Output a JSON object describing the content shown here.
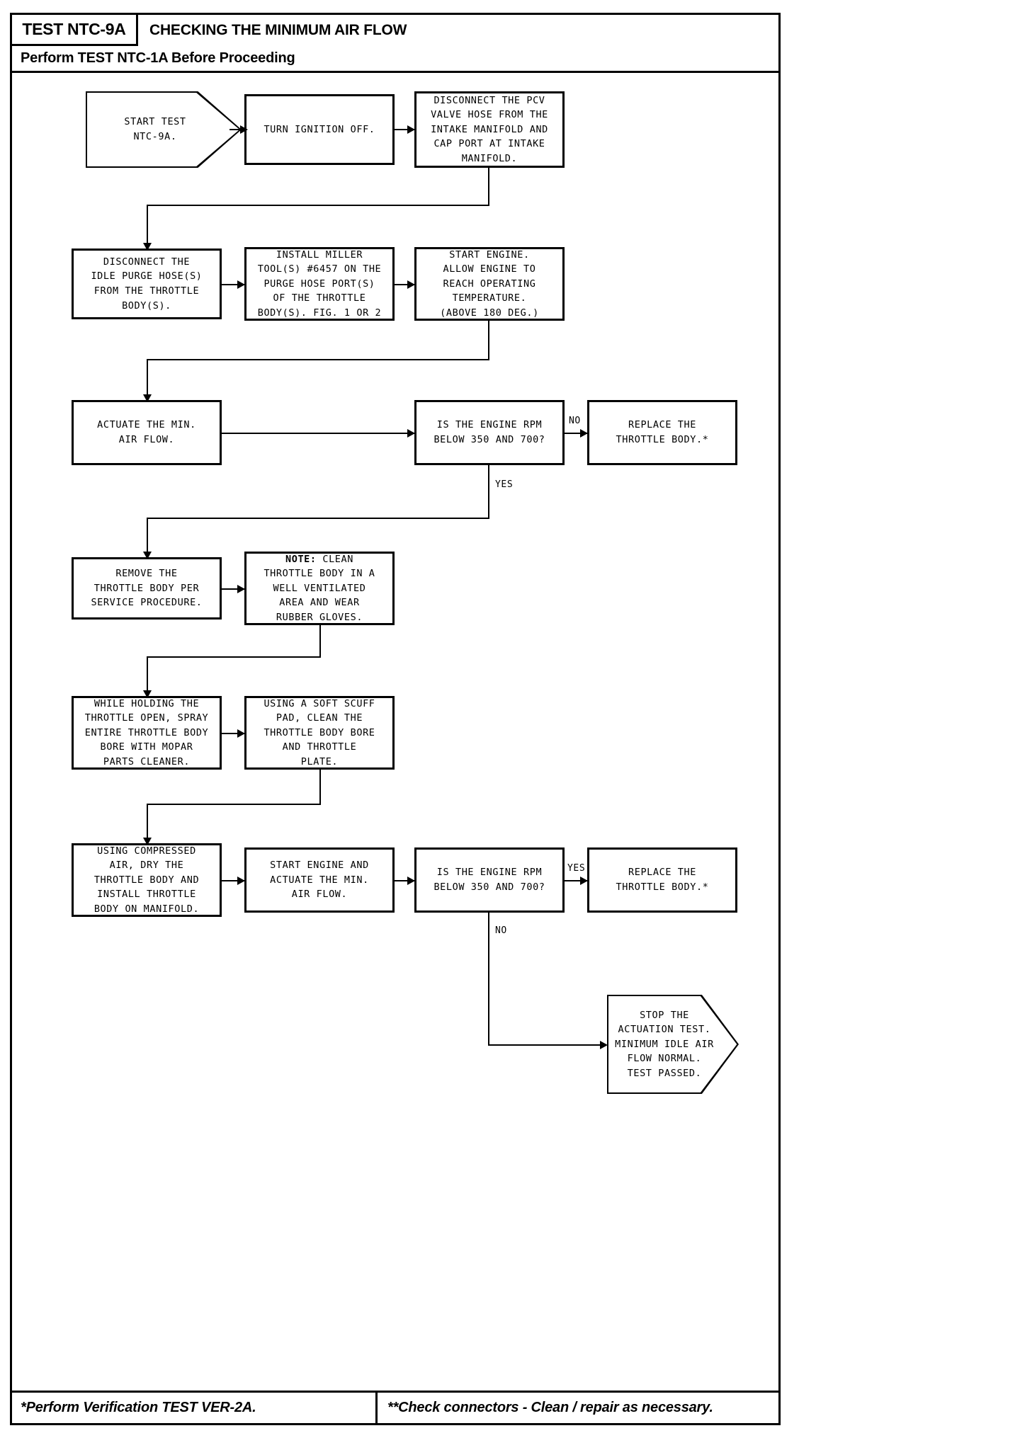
{
  "header": {
    "test_code": "TEST NTC-9A",
    "title": "CHECKING THE MINIMUM AIR FLOW",
    "prereq": "Perform TEST NTC-1A Before Proceeding"
  },
  "footer": {
    "left": "*Perform Verification TEST VER-2A.",
    "right": "**Check connectors - Clean / repair as necessary."
  },
  "nodes": {
    "start": "START TEST\nNTC-9A.",
    "ignition_off": "TURN IGNITION OFF.",
    "pcv": "DISCONNECT THE PCV\nVALVE HOSE FROM THE\nINTAKE MANIFOLD AND\nCAP PORT AT INTAKE\nMANIFOLD.",
    "purge_hose": "DISCONNECT THE\nIDLE PURGE HOSE(S)\nFROM THE THROTTLE\nBODY(S).",
    "miller_tool": "INSTALL MILLER\nTOOL(S) #6457 ON THE\nPURGE HOSE PORT(S)\nOF THE THROTTLE\nBODY(S). FIG. 1 OR 2",
    "start_engine": "START ENGINE.\nALLOW ENGINE TO\nREACH OPERATING\nTEMPERATURE.\n(ABOVE 180 DEG.)",
    "actuate": "ACTUATE THE MIN.\nAIR FLOW.",
    "decision1": "IS THE ENGINE RPM\nBELOW 350 AND 700?",
    "replace1": "REPLACE THE\nTHROTTLE BODY.*",
    "remove_tb": "REMOVE THE\nTHROTTLE BODY PER\nSERVICE PROCEDURE.",
    "note_label": "NOTE:",
    "note_text": " CLEAN\nTHROTTLE BODY IN A\nWELL VENTILATED\nAREA AND WEAR\nRUBBER GLOVES.",
    "spray": "WHILE HOLDING THE\nTHROTTLE OPEN, SPRAY\nENTIRE THROTTLE BODY\nBORE WITH MOPAR\nPARTS CLEANER.",
    "scuff": "USING A SOFT SCUFF\nPAD, CLEAN THE\nTHROTTLE BODY BORE\nAND THROTTLE\nPLATE.",
    "dry": "USING COMPRESSED\nAIR, DRY THE\nTHROTTLE BODY AND\nINSTALL THROTTLE\nBODY ON MANIFOLD.",
    "start_actuate": "START ENGINE AND\nACTUATE THE MIN.\nAIR FLOW.",
    "decision2": "IS THE ENGINE RPM\nBELOW 350 AND 700?",
    "replace2": "REPLACE THE\nTHROTTLE BODY.*",
    "stop": "STOP THE\nACTUATION TEST.\nMINIMUM IDLE AIR\nFLOW NORMAL.\nTEST PASSED."
  },
  "edge_labels": {
    "d1_no": "NO",
    "d1_yes": "YES",
    "d2_yes": "YES",
    "d2_no": "NO"
  },
  "colors": {
    "ink": "#000000",
    "paper": "#ffffff"
  }
}
